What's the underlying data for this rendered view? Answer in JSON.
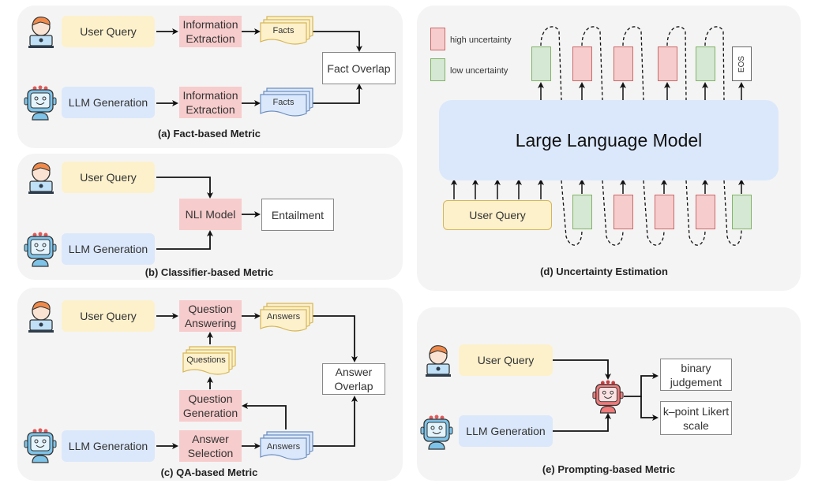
{
  "panels": {
    "a": {
      "caption": "(a) Fact-based Metric",
      "user_query": "User Query",
      "llm_generation": "LLM Generation",
      "ie_top": "Information Extraction",
      "ie_bottom": "Information Extraction",
      "facts_top": "Facts",
      "facts_bottom": "Facts",
      "output": "Fact Overlap"
    },
    "b": {
      "caption": "(b) Classifier-based Metric",
      "user_query": "User Query",
      "llm_generation": "LLM Generation",
      "model": "NLI Model",
      "output": "Entailment"
    },
    "c": {
      "caption": "(c) QA-based Metric",
      "user_query": "User Query",
      "llm_generation": "LLM Generation",
      "question_answering": "Question Answering",
      "questions": "Questions",
      "question_generation": "Question Generation",
      "answer_selection": "Answer Selection",
      "answers_top": "Answers",
      "answers_bottom": "Answers",
      "output": "Answer Overlap"
    },
    "d": {
      "caption": "(d) Uncertainty Estimation",
      "legend": [
        {
          "label": "high uncertainty",
          "color": "#f7cccc",
          "border": "#c96a6a"
        },
        {
          "label": "low uncertainty",
          "color": "#d5e8d4",
          "border": "#82b366"
        }
      ],
      "model": "Large Language Model",
      "user_query": "User Query",
      "output_tokens": [
        "low",
        "high",
        "high",
        "high",
        "low",
        "EOS"
      ],
      "input_tokens": [
        "low",
        "high",
        "high",
        "high",
        "low"
      ],
      "eos_label": "EOS"
    },
    "e": {
      "caption": "(e) Prompting-based Metric",
      "user_query": "User Query",
      "llm_generation": "LLM Generation",
      "output_1": "binary judgement",
      "output_2": "k–point Likert scale"
    }
  },
  "colors": {
    "user_query_fill": "#fdf1cc",
    "llm_fill": "#dbe8fb",
    "process_fill": "#f7cccc",
    "doc_yellow": "#fdf1cc",
    "doc_yellow_stroke": "#d6b656",
    "doc_blue": "#dbe8fb",
    "doc_blue_stroke": "#6c8ebf"
  }
}
